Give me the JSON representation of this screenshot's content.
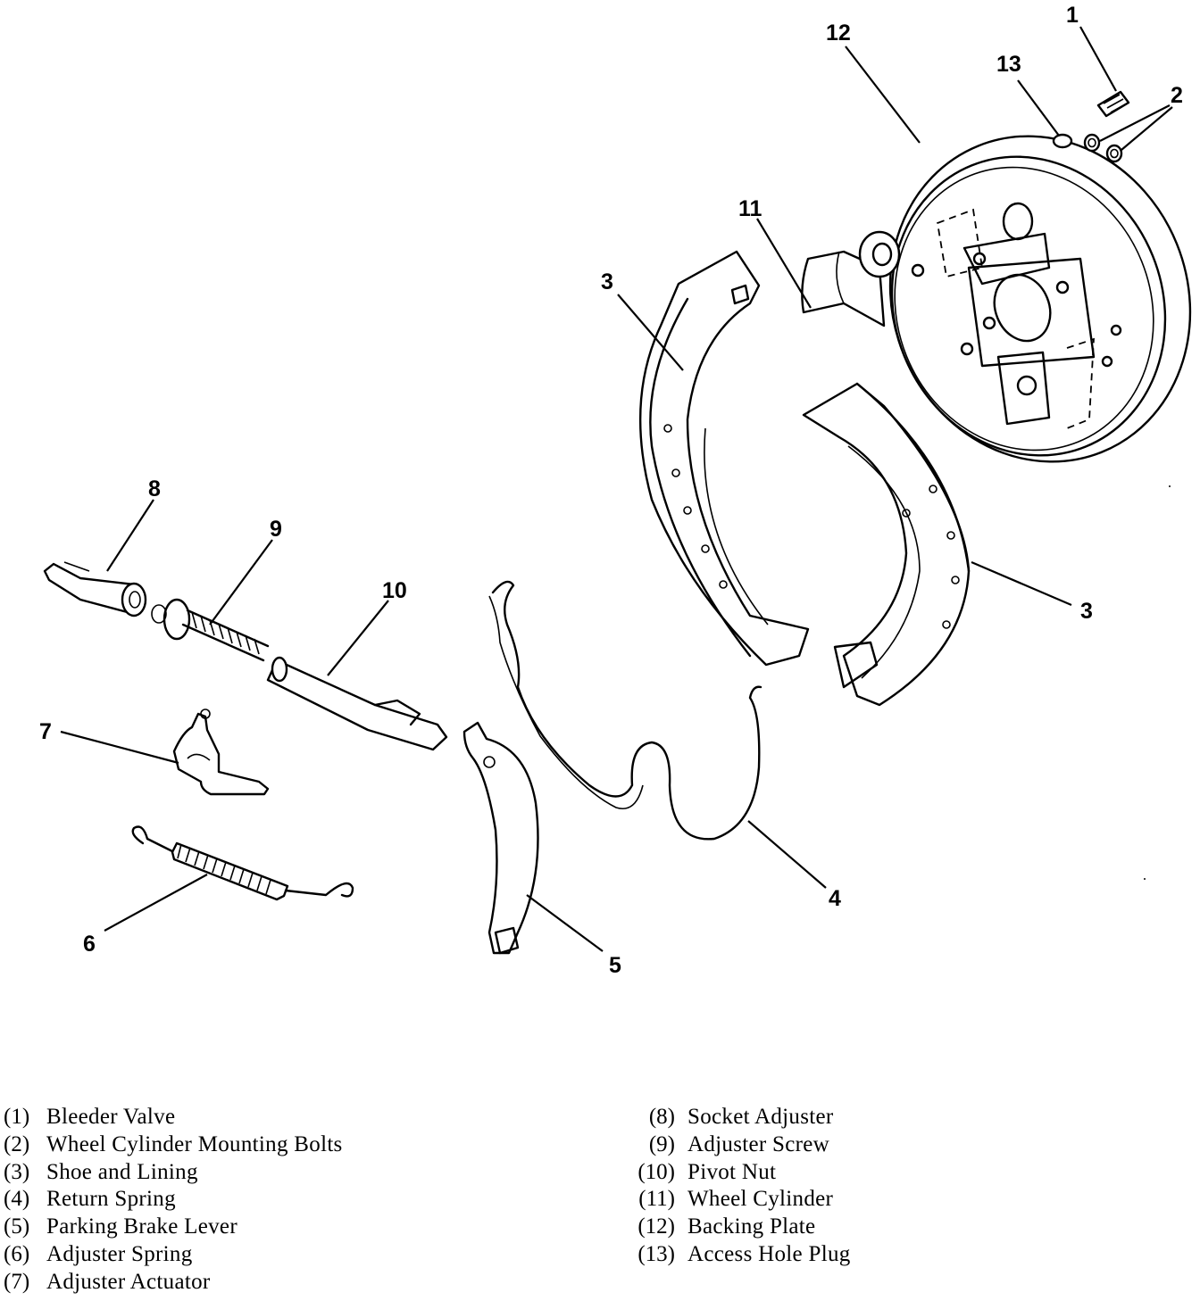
{
  "callouts": {
    "n1": "1",
    "n2": "2",
    "n3a": "3",
    "n3b": "3",
    "n4": "4",
    "n5": "5",
    "n6": "6",
    "n7": "7",
    "n8": "8",
    "n9": "9",
    "n10": "10",
    "n11": "11",
    "n12": "12",
    "n13": "13"
  },
  "legend": {
    "left": [
      {
        "num": "(1)",
        "text": "Bleeder Valve"
      },
      {
        "num": "(2)",
        "text": "Wheel Cylinder Mounting Bolts"
      },
      {
        "num": "(3)",
        "text": "Shoe and Lining"
      },
      {
        "num": "(4)",
        "text": "Return Spring"
      },
      {
        "num": "(5)",
        "text": "Parking Brake Lever"
      },
      {
        "num": "(6)",
        "text": "Adjuster Spring"
      },
      {
        "num": "(7)",
        "text": "Adjuster Actuator"
      }
    ],
    "right": [
      {
        "num": "(8)",
        "text": "Socket Adjuster"
      },
      {
        "num": "(9)",
        "text": "Adjuster Screw"
      },
      {
        "num": "(10)",
        "text": "Pivot Nut"
      },
      {
        "num": "(11)",
        "text": "Wheel Cylinder"
      },
      {
        "num": "(12)",
        "text": "Backing Plate"
      },
      {
        "num": "(13)",
        "text": "Access Hole Plug"
      }
    ]
  }
}
